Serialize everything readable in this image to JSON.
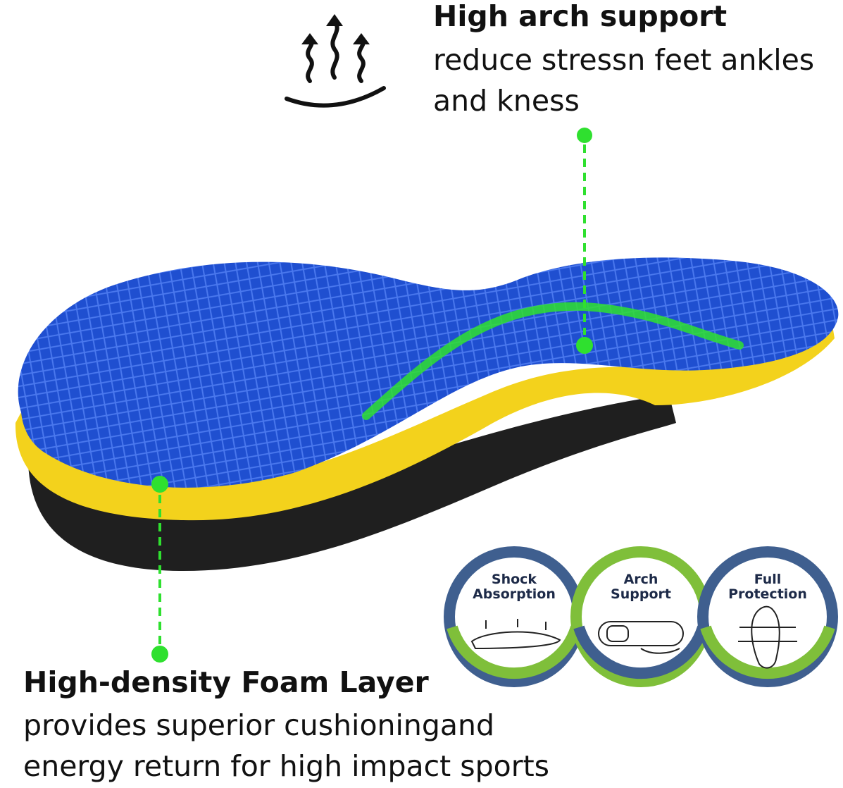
{
  "callouts": {
    "arch": {
      "title": "High arch support",
      "description": "reduce stressn feet ankles and kness"
    },
    "foam": {
      "title": "High-density Foam Layer",
      "description": "provides superior cushioningand energy return for high impact sports"
    }
  },
  "badges": [
    {
      "line1": "Shock",
      "line2": "Absorption",
      "icon": "insole-shock-icon",
      "ring_color": "#3f5f8f"
    },
    {
      "line1": "Arch",
      "line2": "Support",
      "icon": "foot-arch-icon",
      "ring_color": "#7fbf3a"
    },
    {
      "line1": "Full",
      "line2": "Protection",
      "icon": "footprint-protection-icon",
      "ring_color": "#3f5f8f"
    }
  ],
  "colors": {
    "insole_top": "#1f4fd0",
    "foam_layer": "#f3d21c",
    "base_layer": "#1f1f1f",
    "marker_green": "#2fe02f"
  }
}
